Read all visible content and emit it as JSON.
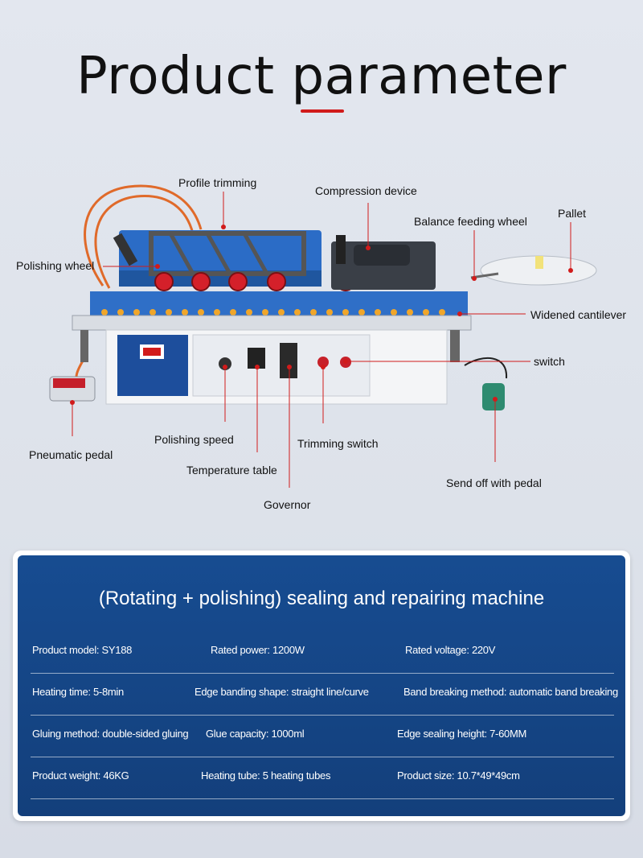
{
  "page": {
    "title": "Product parameter",
    "accent_color": "#d11b1b",
    "panel_color": "#174c91"
  },
  "diagram": {
    "labels": {
      "profile_trimming": "Profile trimming",
      "compression_device": "Compression device",
      "balance_feeding_wheel": "Balance feeding wheel",
      "pallet": "Pallet",
      "polishing_wheel": "Polishing wheel",
      "widened_cantilever": "Widened cantilever",
      "switch": "switch",
      "pneumatic_pedal": "Pneumatic pedal",
      "polishing_speed": "Polishing speed",
      "trimming_switch": "Trimming switch",
      "temperature_table": "Temperature table",
      "send_off_with_pedal": "Send off with pedal",
      "governor": "Governor"
    }
  },
  "specs": {
    "title": "(Rotating + polishing) sealing and repairing machine",
    "rows": [
      [
        "Product model: SY188",
        "Rated power: 1200W",
        "Rated voltage: 220V"
      ],
      [
        "Heating time: 5-8min",
        "Edge banding shape: straight line/curve",
        "Band breaking method: automatic band breaking"
      ],
      [
        "Gluing method: double-sided gluing",
        "Glue capacity: 1000ml",
        "Edge sealing height: 7-60MM"
      ],
      [
        "Product weight: 46KG",
        "Heating tube: 5 heating tubes",
        "Product size: 10.7*49*49cm"
      ]
    ]
  }
}
